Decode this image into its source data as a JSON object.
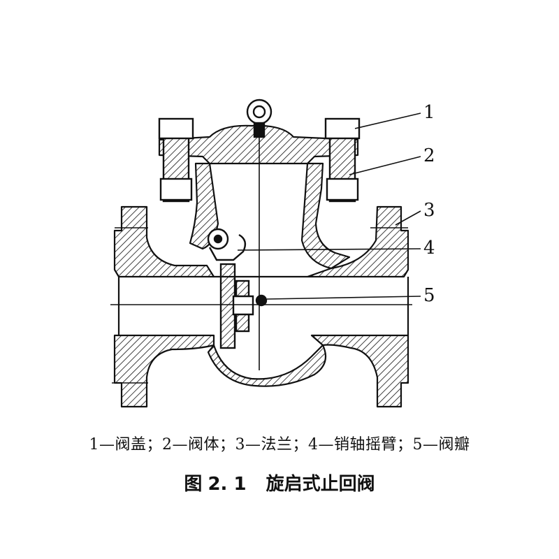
{
  "callouts": [
    {
      "number": "1",
      "term": "阀盖"
    },
    {
      "number": "2",
      "term": "阀体"
    },
    {
      "number": "3",
      "term": "法兰"
    },
    {
      "number": "4",
      "term": "销轴摇臂"
    },
    {
      "number": "5",
      "term": "阀瓣"
    }
  ],
  "caption": "1—阀盖；2—阀体；3—法兰；4—销轴摇臂；5—阀瓣",
  "figure": {
    "label": "图",
    "number": "2. 1",
    "title": "旋启式止回阀"
  },
  "colors": {
    "ink": "#111111",
    "background": "#ffffff"
  }
}
